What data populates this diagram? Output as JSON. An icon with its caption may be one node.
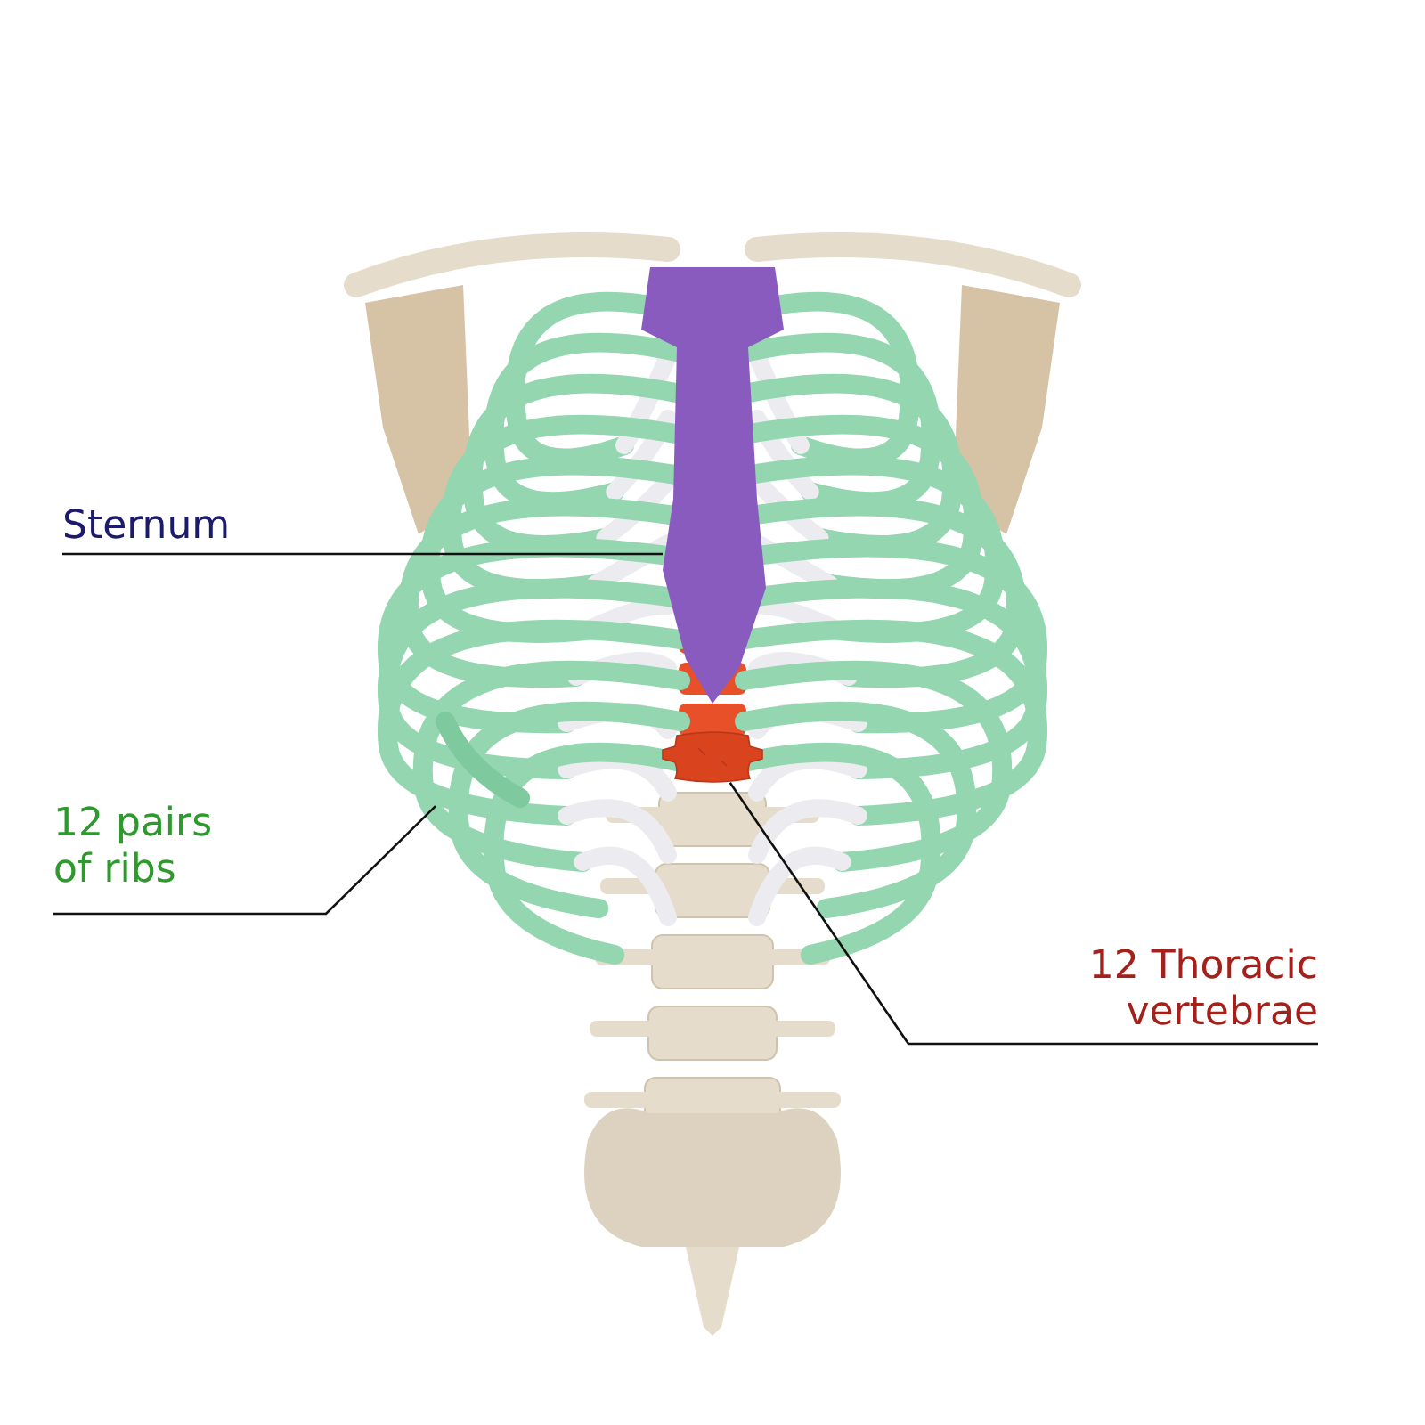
{
  "diagram": {
    "nodes": [
      {
        "text": [
          "Sternum"
        ]
      },
      {
        "text": [
          "12 pairs of ribs"
        ]
      },
      {
        "text": [
          "12 Thoracic vertebrae"
        ]
      },
      {
        "text": [],
        "shape": "picture"
      },
      {
        "text": [],
        "shape": "picture"
      },
      {
        "text": [],
        "shape": "picture"
      }
    ],
    "edges": [
      {
        "from": 0,
        "to": 3,
        "arrow": "none"
      },
      {
        "from": 1,
        "to": 4,
        "arrow": "none"
      },
      {
        "from": 2,
        "to": 5,
        "arrow": "none"
      }
    ]
  }
}
